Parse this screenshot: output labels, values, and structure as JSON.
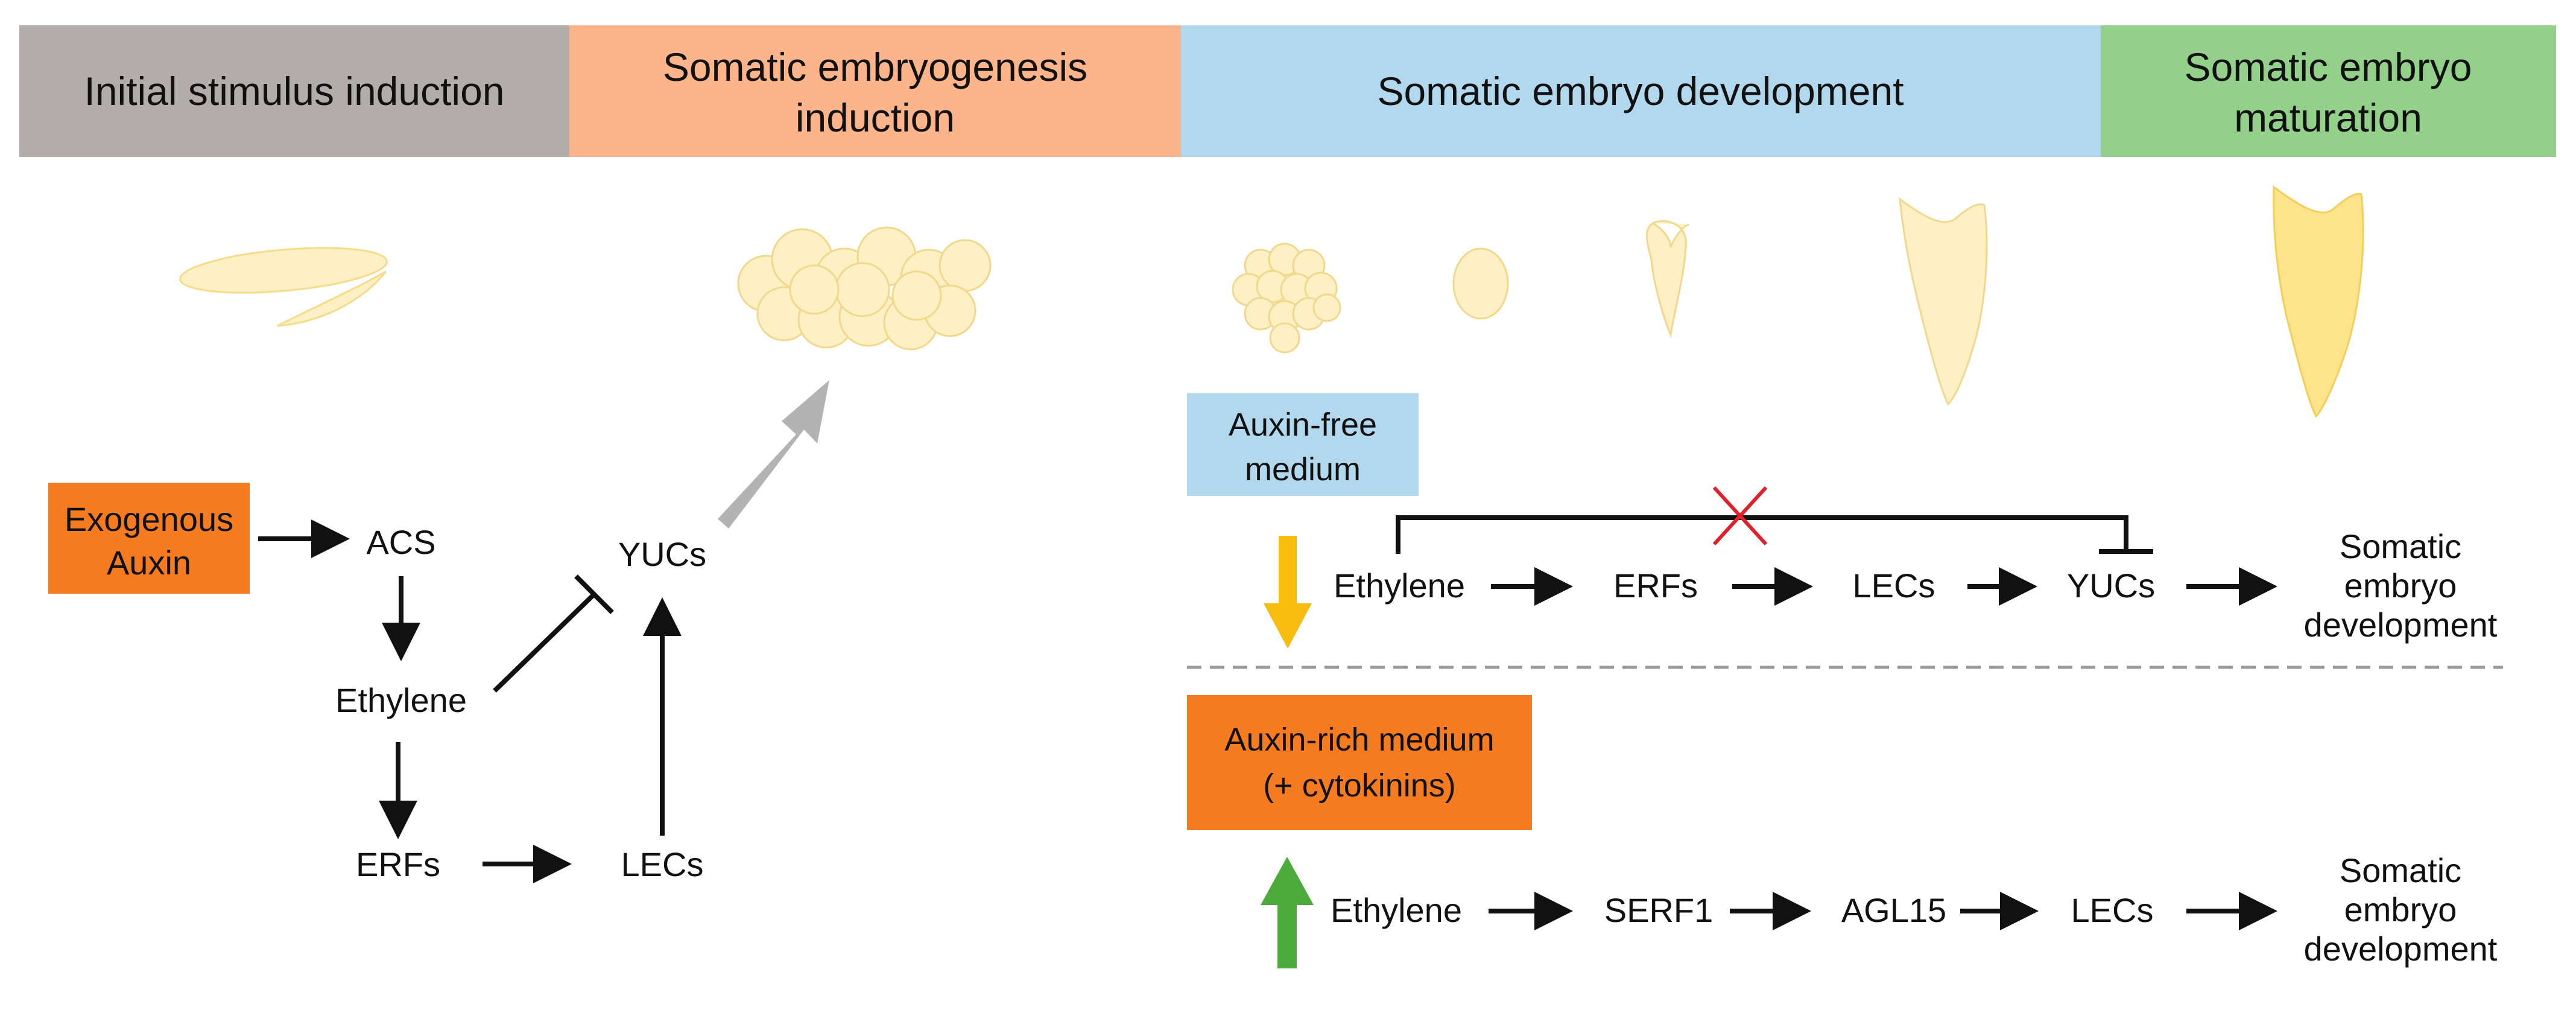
{
  "colors": {
    "stage_initial": "#b2adab",
    "stage_induction": "#fcb48a",
    "stage_development": "#b2d8ee",
    "stage_maturation": "#93d08a",
    "exogenous_box": "#f47b20",
    "auxin_free_box": "#b2d8ee",
    "auxin_rich_box": "#f47b20",
    "down_arrow": "#f7bd0e",
    "up_arrow": "#4bab3b",
    "big_arrow": "#b3b3b3",
    "inhibition_cross": "#e0202a",
    "embryo_light": "#fdf0c4",
    "embryo_dark": "#fde48a"
  },
  "stages": {
    "initial": "Initial stimulus induction",
    "induction": [
      "Somatic embryogenesis",
      "induction"
    ],
    "development": "Somatic embryo development",
    "maturation": [
      "Somatic embryo",
      "maturation"
    ]
  },
  "left_pathway": {
    "exogenous_auxin": [
      "Exogenous",
      "Auxin"
    ],
    "acs": "ACS",
    "ethylene": "Ethylene",
    "erfs": "ERFs",
    "lecs": "LECs",
    "yucs": "YUCs"
  },
  "auxin_free": {
    "label": [
      "Auxin-free",
      "medium"
    ],
    "chain": [
      "Ethylene",
      "ERFs",
      "LECs",
      "YUCs"
    ],
    "outcome": [
      "Somatic",
      "embryo",
      "development"
    ]
  },
  "auxin_rich": {
    "label": [
      "Auxin-rich medium",
      "(+ cytokinins)"
    ],
    "chain": [
      "Ethylene",
      "SERF1",
      "AGL15",
      "LECs"
    ],
    "outcome": [
      "Somatic",
      "embryo",
      "development"
    ]
  },
  "icons": [
    "downward-arrow-icon",
    "upward-arrow-icon",
    "inhibition-cross-icon",
    "embryo-icon"
  ]
}
